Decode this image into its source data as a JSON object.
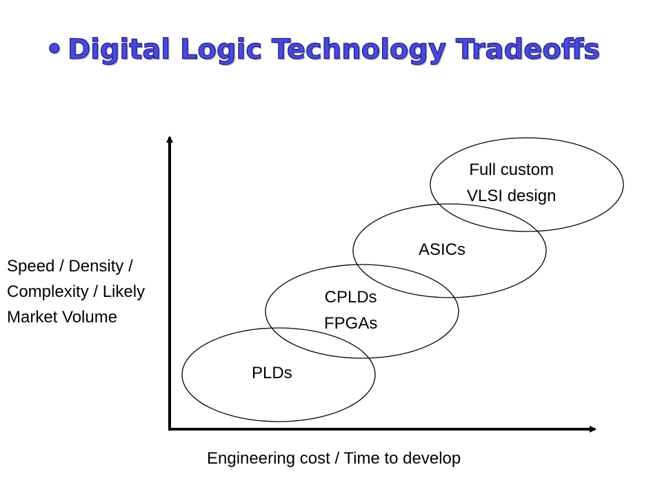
{
  "slide": {
    "bullet": "•",
    "title": "Digital Logic Technology Tradeoffs"
  },
  "axes": {
    "y_label_lines": [
      "Speed / Density /",
      "Complexity / Likely",
      "Market Volume"
    ],
    "x_label": "Engineering cost / Time to develop",
    "line_color": "#000000"
  },
  "technologies": [
    {
      "lines": [
        "PLDs"
      ]
    },
    {
      "lines": [
        "CPLDs",
        "FPGAs"
      ]
    },
    {
      "lines": [
        "ASICs"
      ]
    },
    {
      "lines": [
        "Full custom",
        "VLSI design"
      ]
    }
  ],
  "colors": {
    "title_fill": "#4a4ad8",
    "title_outline": "#16168a",
    "ellipse_stroke": "#000000"
  }
}
